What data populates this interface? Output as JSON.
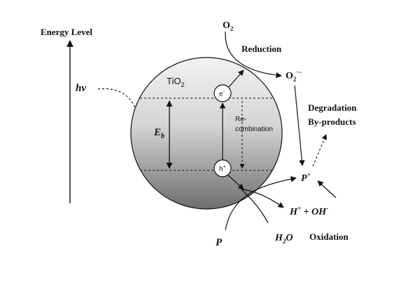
{
  "labels": {
    "energy_level": "Energy Level",
    "hv": "hv",
    "tio2_main": "TiO",
    "tio2_sub": "2",
    "eb_main": "E",
    "eb_sub": "b",
    "electron": "e",
    "electron_sup": "-",
    "hole": "h",
    "hole_sup": "+",
    "recomb_line1": "Re-",
    "recomb_line2": "combination",
    "o2_main": "O",
    "o2_sub": "2",
    "reduction": "Reduction",
    "o2rad_main": "O",
    "o2rad_sub": "2",
    "o2rad_sup": "·−",
    "degradation_line1": "Degradation",
    "degradation_line2": "By-products",
    "p_plus": "P",
    "p_plus_sup": "+",
    "h_part": "H",
    "h_sup": "+",
    "oh_part": " + OH",
    "oh_sup": "-",
    "p": "P",
    "h2o_h": "H",
    "h2o_sub": "2",
    "h2o_o": "O",
    "oxidation": "Oxidation"
  },
  "colors": {
    "sphere_top": "#f2f2f2",
    "sphere_mid": "#c4c4c4",
    "sphere_bottom": "#6e6e6e",
    "ink": "#111111"
  }
}
